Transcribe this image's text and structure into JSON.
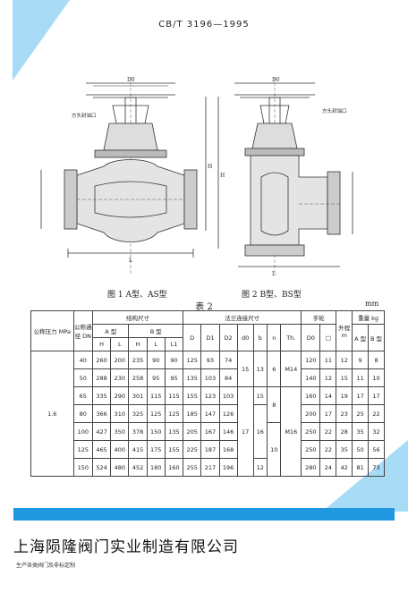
{
  "header": {
    "doc_code": "CB/T 3196—1995"
  },
  "figures": {
    "fig1_caption": "图 1  A型、AS型",
    "fig2_caption": "图 2  B型、BS型",
    "label_left": "方头封油口",
    "label_right": "方头封油口"
  },
  "table": {
    "title": "表 2",
    "unit": "mm",
    "headers": {
      "pressure": "公称压力 MPa",
      "dn": "公称通径 DN",
      "struct": "结构尺寸",
      "type_a": "A 型",
      "type_b": "B 型",
      "flange": "法兰连接尺寸",
      "handwheel": "手轮",
      "lift": "升程 m",
      "weight": "重量 kg",
      "cols": [
        "H",
        "L",
        "H",
        "L",
        "L1",
        "D",
        "D1",
        "D2",
        "d0",
        "b",
        "n",
        "Th.",
        "D0",
        "□",
        "A 型",
        "B 型"
      ]
    },
    "pressure_value": "1.6",
    "rows": [
      [
        "40",
        "260",
        "200",
        "235",
        "90",
        "90",
        "125",
        "93",
        "74",
        "",
        "",
        "",
        "",
        "120",
        "11",
        "12",
        "9",
        "8"
      ],
      [
        "50",
        "288",
        "230",
        "258",
        "95",
        "95",
        "135",
        "103",
        "84",
        "",
        "",
        "",
        "",
        "140",
        "12",
        "15",
        "11",
        "10"
      ],
      [
        "65",
        "335",
        "290",
        "301",
        "115",
        "115",
        "155",
        "123",
        "103",
        "",
        "",
        "",
        "",
        "160",
        "14",
        "19",
        "17",
        "17"
      ],
      [
        "80",
        "366",
        "310",
        "325",
        "125",
        "125",
        "185",
        "147",
        "126",
        "",
        "",
        "",
        "",
        "200",
        "17",
        "23",
        "25",
        "22"
      ],
      [
        "100",
        "427",
        "350",
        "378",
        "150",
        "135",
        "205",
        "167",
        "146",
        "",
        "",
        "",
        "",
        "250",
        "22",
        "28",
        "35",
        "32"
      ],
      [
        "125",
        "465",
        "400",
        "415",
        "175",
        "155",
        "225",
        "187",
        "168",
        "",
        "",
        "",
        "",
        "250",
        "22",
        "35",
        "50",
        "56"
      ],
      [
        "150",
        "524",
        "480",
        "452",
        "180",
        "160",
        "255",
        "217",
        "196",
        "",
        "",
        "",
        "",
        "280",
        "24",
        "42",
        "81",
        "73"
      ]
    ],
    "merged": {
      "d0_a": "15",
      "b_a": "13",
      "n_a": "6",
      "th_a": "M14",
      "d0_b": "17",
      "b_b": "15",
      "b_c": "16",
      "n_b": "8",
      "n_c": "10",
      "th_b": "M16",
      "b_d": "12"
    }
  },
  "footer": {
    "company": "上海陨隆阀门实业制造有限公司",
    "tagline": "生产各类阀门及非标定制"
  },
  "colors": {
    "accent": "#1f98df",
    "accent_light": "#9fd6f5"
  }
}
